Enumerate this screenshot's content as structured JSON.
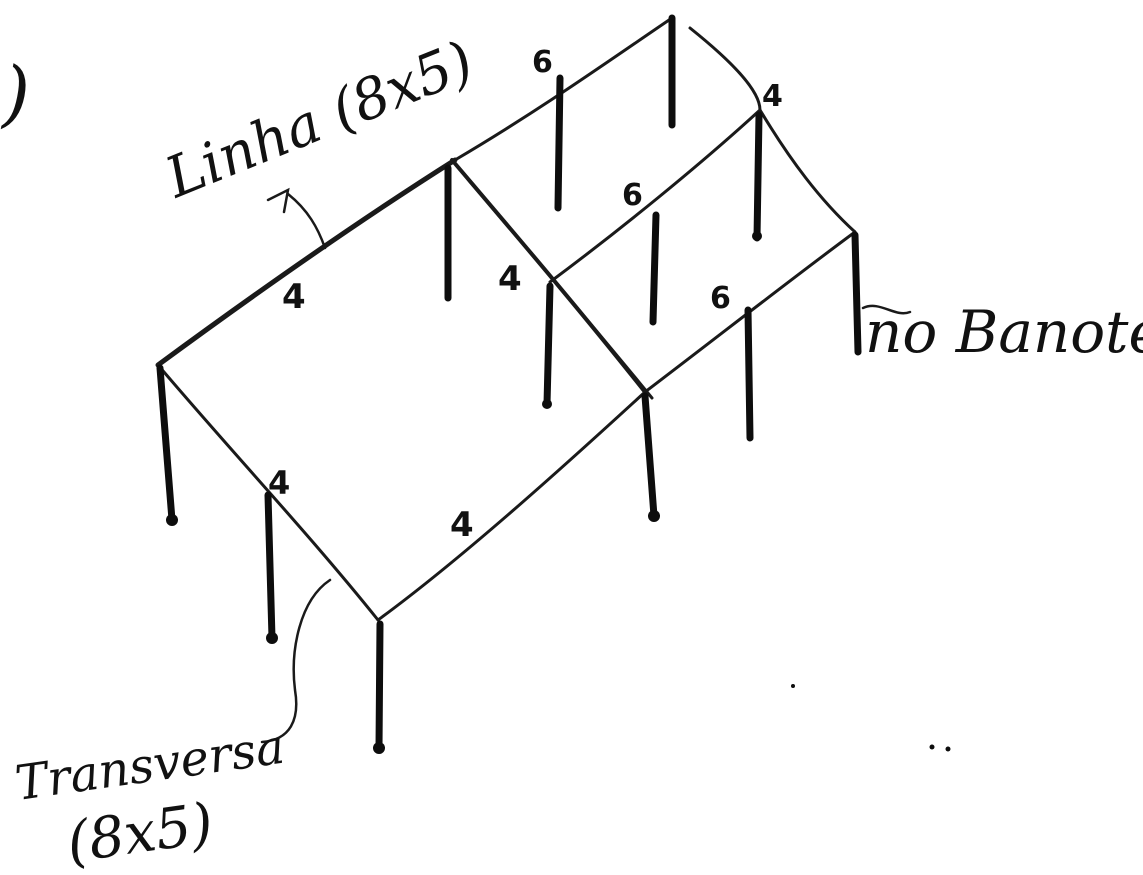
{
  "labels": {
    "corner_mark": ")",
    "linha": "Linha (8x5)",
    "banzote": "no Banote",
    "transversa": "Transversa",
    "transversa_size": "(8x5)"
  },
  "dimensions": {
    "front_eave_left": "4",
    "front_eave_right": "4",
    "left_gable": "4",
    "ridge_left": "4",
    "top_ridge": "6",
    "top_right": "4",
    "middle": "6",
    "lower_right": "6"
  }
}
